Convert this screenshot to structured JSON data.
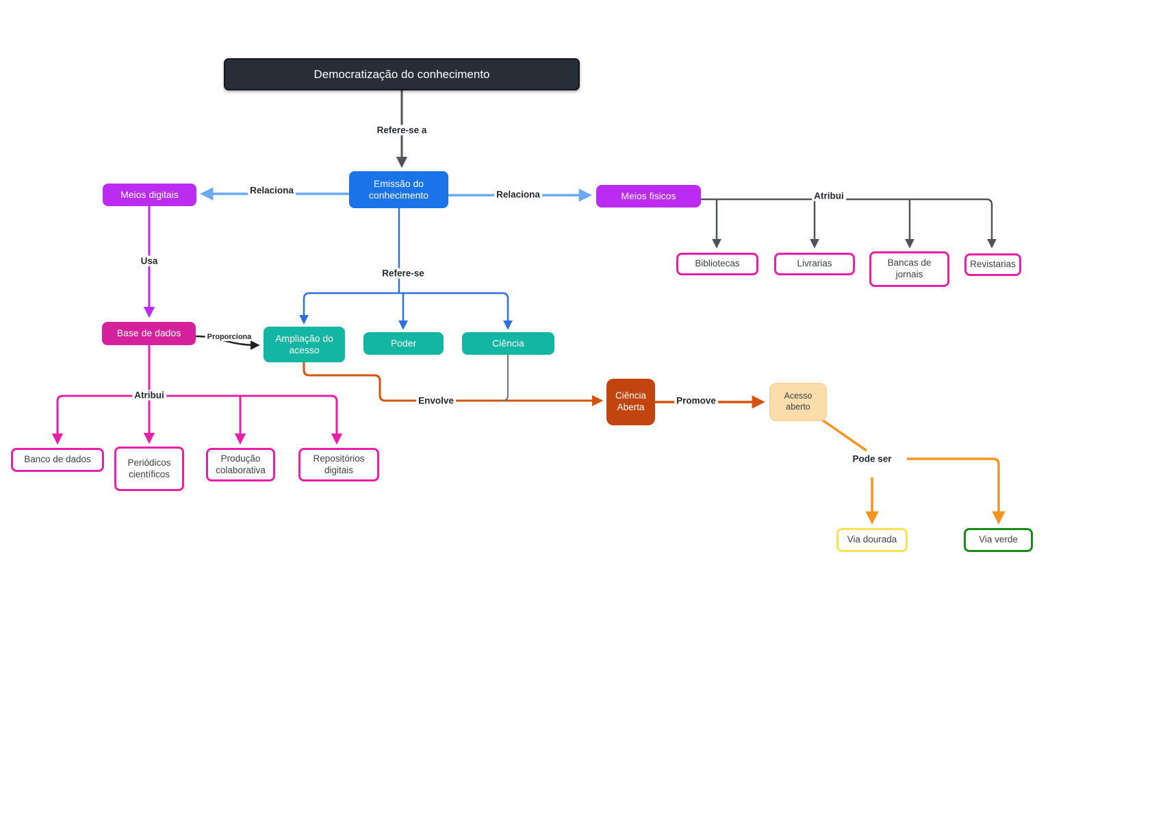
{
  "diagram_title": "Democratização do conhecimento",
  "nodes": {
    "title": "Democratização do conhecimento",
    "emissao": "Emissão do conhecimento",
    "meios_digitais": "Meios digitais",
    "meios_fisicos": "Meios fisicos",
    "bibliotecas": "Bibliotecas",
    "livrarias": "Livrarias",
    "bancas": "Bancas de jornais",
    "revistarias": "Revistarias",
    "base_dados": "Base de dados",
    "ampliacao": "Ampliação do acesso",
    "poder": "Poder",
    "ciencia": "Ciência",
    "ciencia_aberta": "Ciência Aberta",
    "acesso_aberto": "Acesso aberto",
    "banco_dados": "Banco de dados",
    "periodicos": "Periódicos científicos",
    "producao": "Produção colaborativa",
    "repositorios": "Repositórios digitais",
    "via_dourada": "Via dourada",
    "via_verde": "Via verde"
  },
  "edge_labels": {
    "refere_se_a": "Refere-se a",
    "relaciona_left": "Relaciona",
    "relaciona_right": "Relaciona",
    "atribui_right": "Atribui",
    "usa": "Usa",
    "refere_se": "Refere-se",
    "proporciona": "Proporciona",
    "atribui_left": "Atribui",
    "envolve": "Envolve",
    "promove": "Promove",
    "pode_ser": "Pode ser"
  },
  "colors": {
    "node_dark": "#272e37",
    "node_blue": "#1a73e8",
    "node_purple": "#bb2bf2",
    "node_magenta": "#d6219c",
    "node_teal": "#13b6a3",
    "node_dark_orange": "#c2440e",
    "node_peach": "#fbdcab",
    "outline_pink": "#e91fa8",
    "outline_yellow": "#ffe04f",
    "outline_green": "#168d16",
    "edge_dark_gray": "#4d5359",
    "edge_light_blue": "#6aaaf5",
    "edge_blue": "#2e6ee0",
    "edge_purple": "#bb2bf2",
    "edge_magenta": "#e81fa8",
    "edge_orange": "#d4540e",
    "edge_light_orange": "#f7941e",
    "edge_gray": "#6e7378",
    "edge_black": "#202124"
  }
}
